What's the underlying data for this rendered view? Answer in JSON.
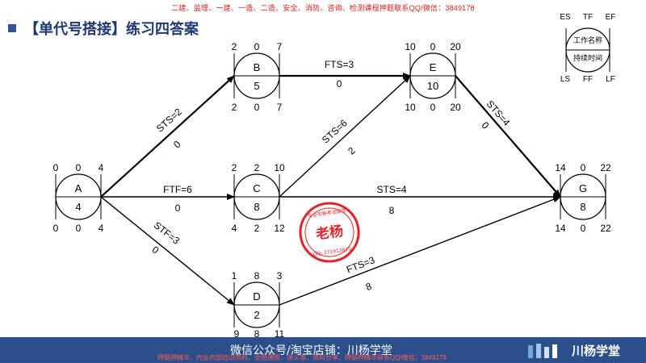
{
  "top_banner": "二建、监理、一建、一造、二造、安全、消防、咨询、检测课程押题联系QQ/微信：3849178",
  "title": "【单代号搭接】练习四答案",
  "legend": {
    "top_labels": [
      "ES",
      "TF",
      "EF"
    ],
    "bottom_labels": [
      "LS",
      "FF",
      "LF"
    ],
    "name": "工作名称",
    "duration": "持续时间"
  },
  "nodes": {
    "A": {
      "name": "A",
      "duration": "4",
      "es": "0",
      "tf": "0",
      "ef": "4",
      "ls": "0",
      "ff": "0",
      "lf": "4"
    },
    "B": {
      "name": "B",
      "duration": "5",
      "es": "2",
      "tf": "0",
      "ef": "7",
      "ls": "2",
      "ff": "0",
      "lf": "7"
    },
    "C": {
      "name": "C",
      "duration": "8",
      "es": "2",
      "tf": "2",
      "ef": "10",
      "ls": "4",
      "ff": "2",
      "lf": "12"
    },
    "D": {
      "name": "D",
      "duration": "2",
      "es": "1",
      "tf": "8",
      "ef": "3",
      "ls": "9",
      "ff": "8",
      "lf": "11"
    },
    "E": {
      "name": "E",
      "duration": "10",
      "es": "10",
      "tf": "0",
      "ef": "20",
      "ls": "10",
      "ff": "0",
      "lf": "20"
    },
    "G": {
      "name": "G",
      "duration": "8",
      "es": "14",
      "tf": "0",
      "ef": "22",
      "ls": "14",
      "ff": "0",
      "lf": "22"
    }
  },
  "links": {
    "ab": {
      "relation": "STS=2",
      "lag": "0"
    },
    "ac": {
      "relation": "FTF=6",
      "lag": "0"
    },
    "ad": {
      "relation": "STF=3",
      "lag": "0"
    },
    "be": {
      "relation": "FTS=3",
      "lag": "0"
    },
    "ce": {
      "relation": "STS=6",
      "lag": "2"
    },
    "cg": {
      "relation": "STS=4",
      "lag": "8"
    },
    "dg": {
      "relation": "FTS=3",
      "lag": "8"
    },
    "eg": {
      "relation": "STS=4",
      "lag": "0"
    }
  },
  "stamp": {
    "name": "老杨",
    "ring_text": "专业资格考试指导",
    "qq": "QQ: 271912620"
  },
  "footer": {
    "text": "微信公众号/淘宝店铺：川杨学堂",
    "red_text": "押题押精华，内业内部培训资料，全国通用，讲义等，资料分享，押题押精华联系QQ/微信：3849178",
    "brand": "川杨学堂"
  },
  "colors": {
    "title": "#1f3a70",
    "accent": "#2f5597",
    "stamp": "#e0262c",
    "banner": "#d81e1e",
    "footer_bg": "#2b4f8a"
  }
}
